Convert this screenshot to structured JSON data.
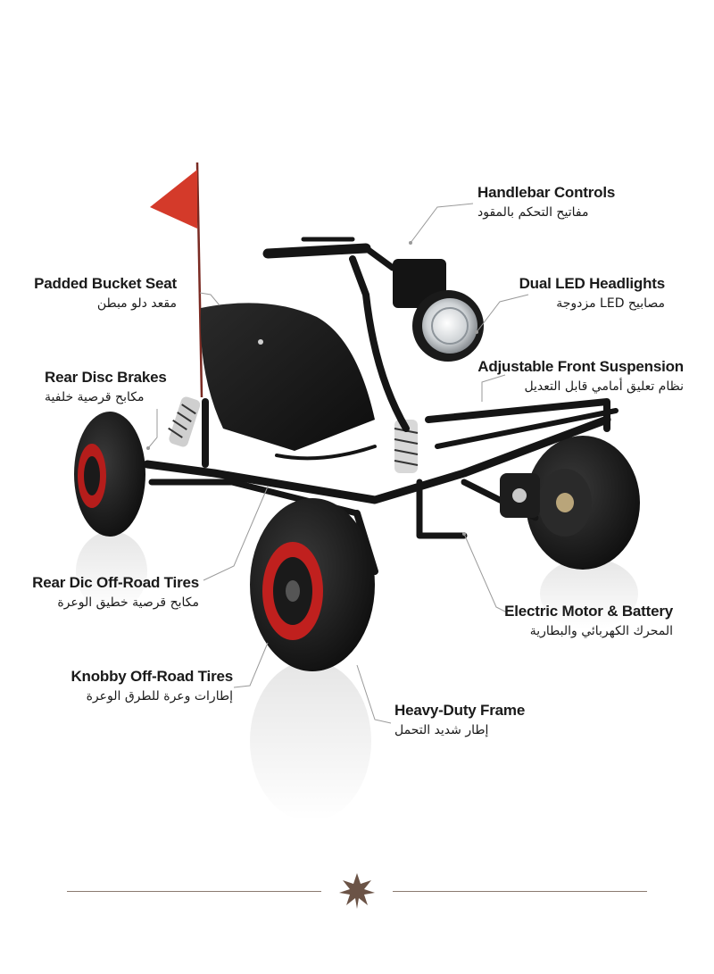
{
  "callouts": {
    "handlebar": {
      "en": "Handlebar Controls",
      "ar": "مفاتيح التحكم بالمقود"
    },
    "seat": {
      "en": "Padded Bucket Seat",
      "ar": "مقعد دلو مبطن"
    },
    "headlights": {
      "en": "Dual LED Headlights",
      "ar": "مصابيح LED مزدوجة"
    },
    "rear_brakes": {
      "en": "Rear Disc Brakes",
      "ar": "مكابح قرصية خلفية"
    },
    "suspension": {
      "en": "Adjustable Front Suspension",
      "ar": "نظام تعليق أمامي قابل التعديل"
    },
    "rear_tires": {
      "en": "Rear Dic Off-Road Tires",
      "ar": "مكابح قرصية خطيق الوعرة"
    },
    "motor": {
      "en": "Electric Motor & Battery",
      "ar": "المحرك الكهربائي والبطارية"
    },
    "knobby_tires": {
      "en": "Knobby Off-Road Tires",
      "ar": "إطارات وعرة للطرق الوعرة"
    },
    "frame": {
      "en": "Heavy-Duty Frame",
      "ar": "إطار شديد التحمل"
    }
  },
  "colors": {
    "text": "#1a1a1a",
    "leader_line": "#9a9a9a",
    "flag": "#d43a2a",
    "frame": "#151515",
    "rim_accent": "#c0201e",
    "divider": "#6b5346"
  },
  "icons": {
    "divider_ornament": "eight-point-star-icon"
  }
}
